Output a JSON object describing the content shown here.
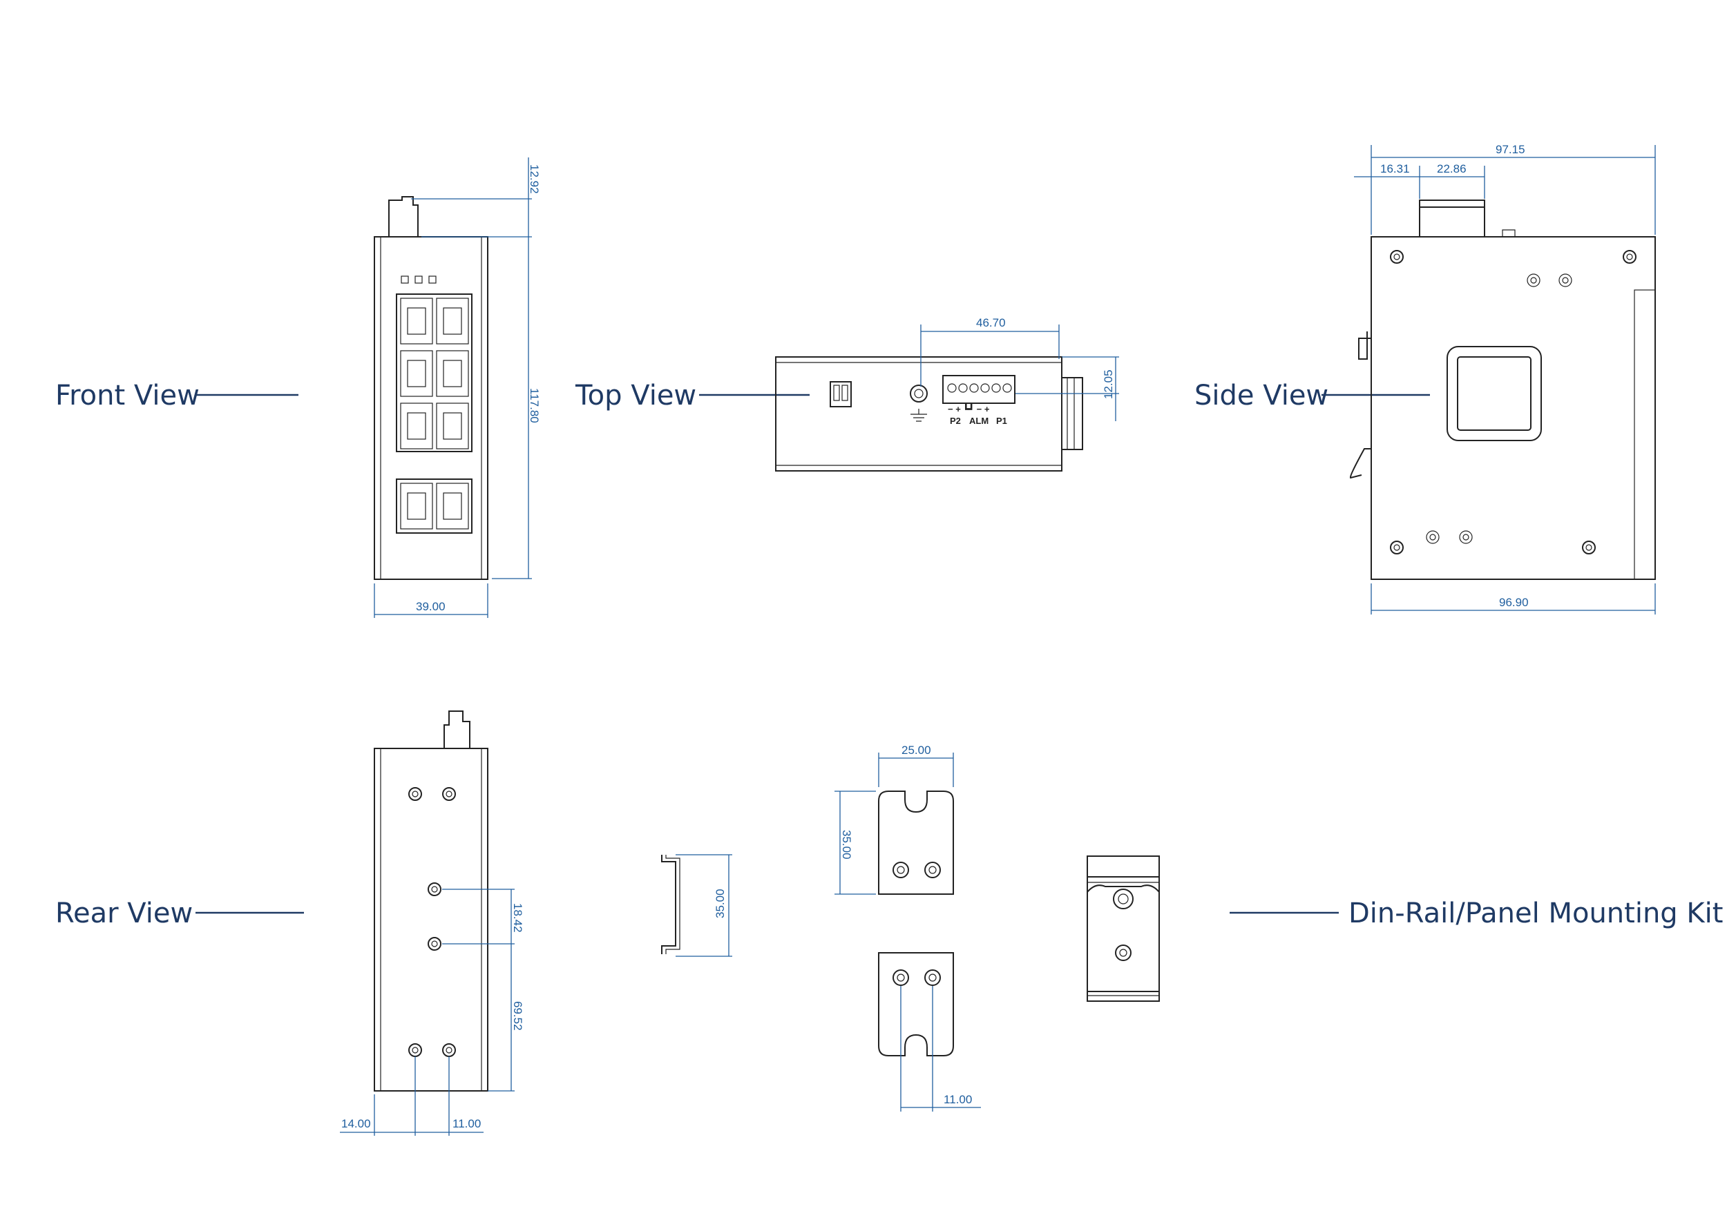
{
  "colors": {
    "label": "#1f3a64",
    "dimension": "#1f5e9e",
    "line": "#222222"
  },
  "views": {
    "front": "Front View",
    "top": "Top View",
    "side": "Side View",
    "rear": "Rear View",
    "kit": "Din-Rail/Panel Mounting Kit"
  },
  "dimensions": {
    "front_top": "12.92",
    "front_height": "117.80",
    "front_width": "39.00",
    "top_connector": "46.70",
    "top_depth": "12.05",
    "side_total": "97.15",
    "side_offset": "16.31",
    "side_conn": "22.86",
    "side_bottom": "96.90",
    "rear_mid": "18.42",
    "rear_low": "69.52",
    "rear_left": "14.00",
    "rear_pitch": "11.00",
    "rail_height": "35.00",
    "bracket_width": "25.00",
    "bracket_height": "35.00",
    "plate_pitch": "11.00"
  },
  "terminal": {
    "pins": "− +  ┗┛  − +",
    "p2": "P2",
    "alm": "ALM",
    "p1": "P1"
  }
}
